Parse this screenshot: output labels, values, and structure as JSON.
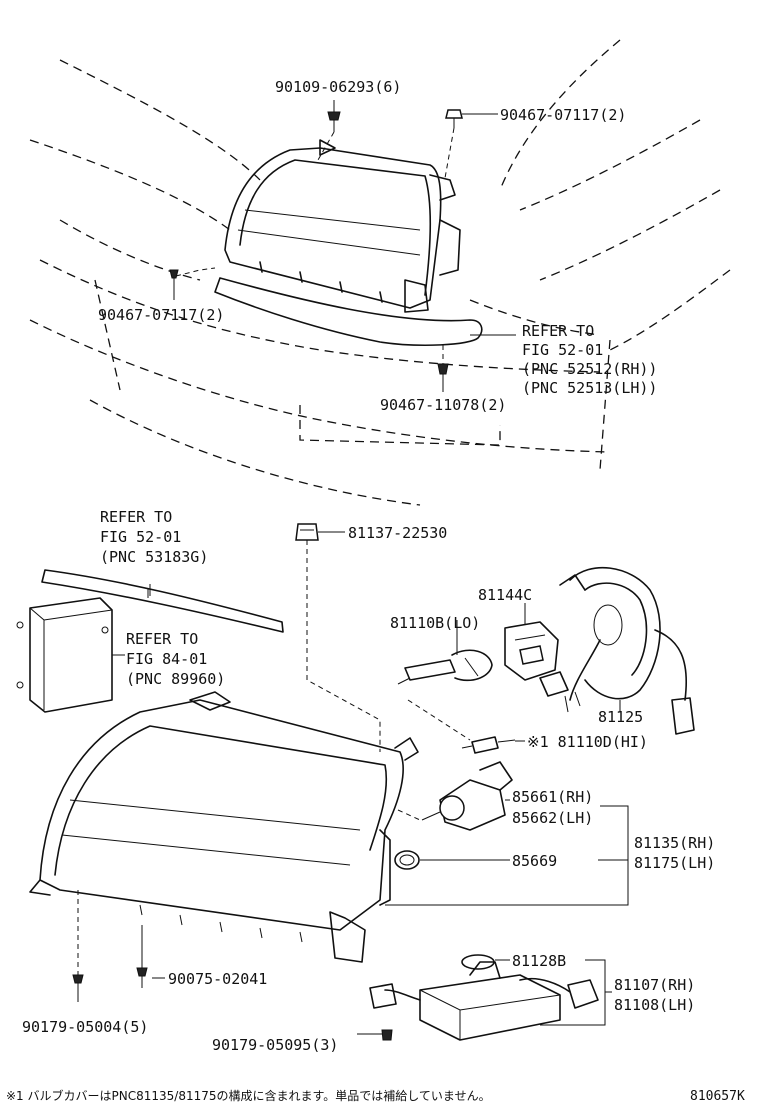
{
  "labels": {
    "l_90109_06293": "90109-06293(6)",
    "l_90467_07117_top": "90467-07117(2)",
    "l_90467_07117_left": "90467-07117(2)",
    "l_refer_5201_a_1": "REFER TO",
    "l_refer_5201_a_2": "FIG 52-01",
    "l_refer_5201_a_3": "(PNC 52512(RH))",
    "l_refer_5201_a_4": "(PNC 52513(LH))",
    "l_90467_11078": "90467-11078(2)",
    "l_refer_5201_b_1": "REFER TO",
    "l_refer_5201_b_2": "FIG 52-01",
    "l_refer_5201_b_3": "(PNC 53183G)",
    "l_81137_22530": "81137-22530",
    "l_81144c": "81144C",
    "l_81110b": "81110B(LO)",
    "l_refer_8401_1": "REFER TO",
    "l_refer_8401_2": "FIG 84-01",
    "l_refer_8401_3": "(PNC 89960)",
    "l_81125": "81125",
    "l_81110d": "※1 81110D(HI)",
    "l_85661": "85661(RH)",
    "l_85662": "85662(LH)",
    "l_81135": "81135(RH)",
    "l_81175": "81175(LH)",
    "l_85669": "85669",
    "l_90075_02041": "90075-02041",
    "l_81128b": "81128B",
    "l_81107": "81107(RH)",
    "l_81108": "81108(LH)",
    "l_90179_05004": "90179-05004(5)",
    "l_90179_05095": "90179-05095(3)"
  },
  "footnote": "※1 バルブカバーはPNC81135/81175の構成に含まれます。単品では補給していません。",
  "figure_code": "810657K"
}
